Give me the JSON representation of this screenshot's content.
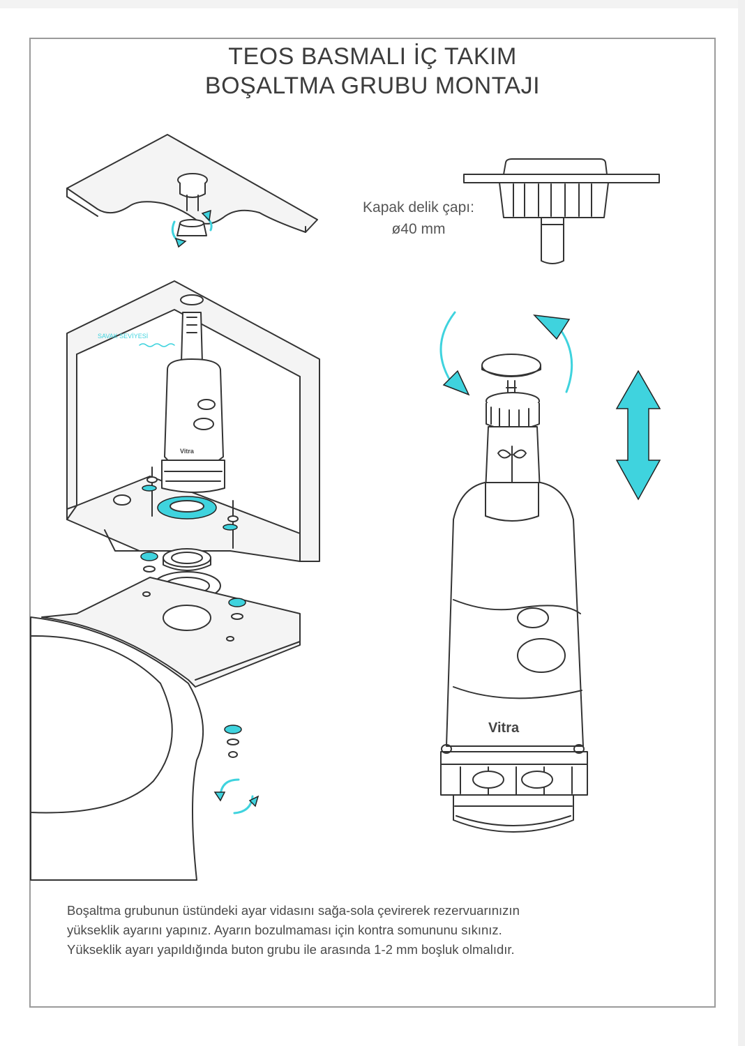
{
  "title": {
    "line1": "TEOS BASMALI İÇ TAKIM",
    "line2": "BOŞALTMA GRUBU MONTAJI"
  },
  "caption": {
    "line1": "Kapak delik çapı:",
    "line2": "ø40 mm"
  },
  "overflow_label": "SAVAK SEVİYESİ",
  "brand": "Vitra",
  "note": {
    "line1": "Boşaltma grubunun  üstündeki ayar vidasını sağa-sola çevirerek rezervuarınızın",
    "line2": "yükseklik ayarını yapınız. Ayarın bozulmaması için kontra somununu sıkınız.",
    "line3": "Yükseklik ayarı yapıldığında buton grubu ile arasında 1-2 mm boşluk olmalıdır."
  },
  "colors": {
    "accent": "#3fd3de",
    "line": "#333333",
    "text": "#3c3c3c"
  }
}
